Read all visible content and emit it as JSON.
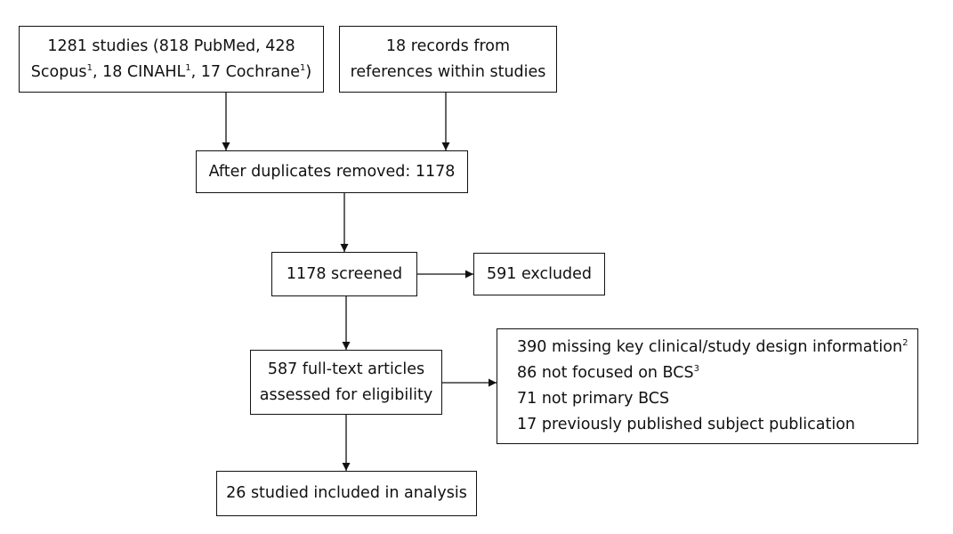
{
  "flowchart": {
    "sources": {
      "databases": {
        "line1": "1281 studies (818 PubMed, 428",
        "line2": {
          "a": "Scopus",
          "a_sup": "1",
          "b": ", 18 CINAHL",
          "b_sup": "1",
          "c": ", 17 Cochrane",
          "c_sup": "1",
          "d": ")"
        }
      },
      "references": {
        "line1": "18 records from",
        "line2": "references within studies"
      }
    },
    "deduplicated": {
      "text": "After duplicates removed: 1178"
    },
    "screened": {
      "text": "1178 screened"
    },
    "excluded": {
      "text": "591 excluded"
    },
    "full_text": {
      "line1": "587 full-text articles",
      "line2": "assessed for eligibility"
    },
    "full_text_exclusions": {
      "missing_info": {
        "text": "390 missing key clinical/study design information",
        "sup": "2"
      },
      "not_focused": {
        "text": "86 not focused on BCS",
        "sup": "3"
      },
      "not_primary": {
        "text": "71 not primary BCS"
      },
      "previously_published": {
        "text": "17 previously published subject publication"
      }
    },
    "included": {
      "text": "26 studied included in analysis"
    }
  }
}
